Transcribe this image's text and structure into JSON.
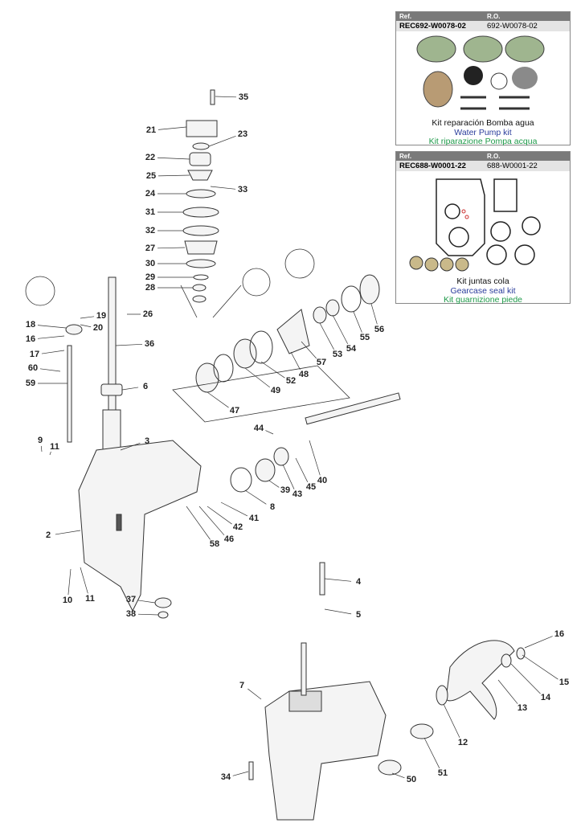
{
  "kits": [
    {
      "ref_header": "Ref.",
      "ro_header": "R.O.",
      "ref": "REC692-W0078-02",
      "ro": "692-W0078-02",
      "name_es": "Kit reparación Bomba agua",
      "name_en": "Water Pump kit",
      "name_it": "Kit riparazione Pompa acqua"
    },
    {
      "ref_header": "Ref.",
      "ro_header": "R.O.",
      "ref": "REC688-W0001-22",
      "ro": "688-W0001-22",
      "name_es": "Kit juntas cola",
      "name_en": "Gearcase seal kit",
      "name_it": "Kit guarnizione piede"
    }
  ],
  "callouts": [
    "35",
    "21",
    "23",
    "22",
    "25",
    "33",
    "24",
    "31",
    "32",
    "27",
    "30",
    "29",
    "28",
    "19",
    "26",
    "18",
    "20",
    "16",
    "56",
    "55",
    "54",
    "53",
    "17",
    "36",
    "57",
    "48",
    "52",
    "49",
    "60",
    "59",
    "6",
    "47",
    "44",
    "9",
    "11",
    "3",
    "40",
    "43",
    "45",
    "39",
    "8",
    "41",
    "42",
    "46",
    "58",
    "2",
    "10",
    "11",
    "37",
    "38",
    "4",
    "5",
    "16",
    "15",
    "14",
    "13",
    "7",
    "12",
    "51",
    "50",
    "34"
  ],
  "colors": {
    "text": "#222222",
    "line": "#333333",
    "part_fill": "#f2f2f2",
    "kit_header": "#7a7a7a",
    "en": "#2b3d9c",
    "it": "#1f9a4a"
  }
}
